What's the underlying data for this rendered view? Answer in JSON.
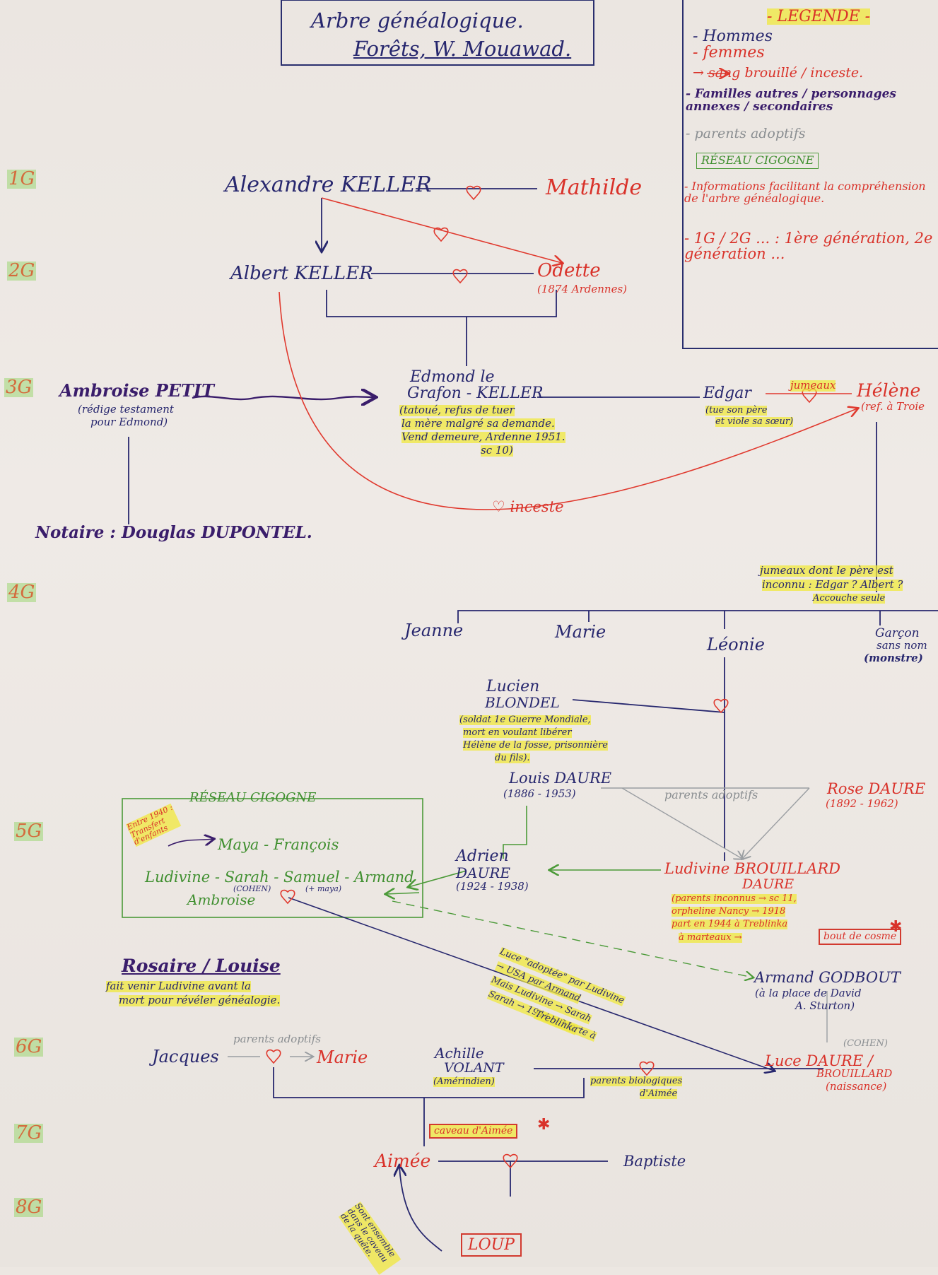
{
  "title": {
    "line1": "Arbre généalogique.",
    "line2": "Forêts, W. Mouawad."
  },
  "legend": {
    "heading": "- LEGENDE -",
    "items": [
      "- Hommes",
      "- femmes",
      "→ sang brouillé / inceste.",
      "- Familles autres / personnages annexes / secondaires",
      "- parents adoptifs",
      "RÉSEAU CIGOGNE",
      "- Informations facilitant la compréhension de l'arbre généalogique.",
      "- 1G / 2G ... : 1ère génération, 2e génération ..."
    ]
  },
  "generations": [
    "1G",
    "2G",
    "3G",
    "4G",
    "5G",
    "6G",
    "7G",
    "8G"
  ],
  "people": {
    "alexandre": "Alexandre KELLER",
    "mathilde": "Mathilde",
    "albert": "Albert KELLER",
    "odette": "Odette",
    "odette_note": "(1874 Ardennes)",
    "edmond1": "Edmond le",
    "edmond2": "Grafon - KELLER",
    "edmond_note1": "(tatoué, refus de tuer",
    "edmond_note2": "la mère malgré sa demande.",
    "edmond_note3": "Vend demeure, Ardenne 1951.",
    "edmond_note4": "sc 10)",
    "edgar": "Edgar",
    "edgar_note1": "(tue son père",
    "edgar_note2": "et viole sa sœur)",
    "jumeaux": "jumeaux",
    "helene": "Hélène",
    "helene_note": "(ref. à Troie",
    "ambroise_petit": "Ambroise PETIT",
    "ambroise_note1": "(rédige testament",
    "ambroise_note2": "pour Edmond)",
    "notaire": "Notaire : Douglas DUPONTEL.",
    "inceste": "♡ inceste",
    "jumeaux_note1": "jumeaux dont le père est",
    "jumeaux_note2": "inconnu : Edgar ? Albert ?",
    "jumeaux_note3": "Accouche seule",
    "jeanne": "Jeanne",
    "marie4": "Marie",
    "leonie": "Léonie",
    "garcon1": "Garçon",
    "garcon2": "sans nom",
    "garcon3": "(monstre)",
    "lucien1": "Lucien",
    "lucien2": "BLONDEL",
    "lucien_note1": "(soldat 1e Guerre Mondiale,",
    "lucien_note2": "mort en voulant libérer",
    "lucien_note3": "Hélène de la fosse, prisonnière",
    "lucien_note4": "du fils).",
    "louis_daure": "Louis DAURE",
    "louis_dates": "(1886 - 1953)",
    "rose_daure": "Rose DAURE",
    "rose_dates": "(1892 - 1962)",
    "parents_adoptifs": "parents adoptifs",
    "adrien1": "Adrien",
    "adrien2": "DAURE",
    "adrien_dates": "(1924 - 1938)",
    "ludivine1": "Ludivine BROUILLARD",
    "ludivine2": "DAURE",
    "ludivine_note1": "(parents inconnus → sc 11,",
    "ludivine_note2": "orpheline Nancy → 1918",
    "ludivine_note3": "part en 1944 à Treblinka",
    "ludivine_note4": "à marteaux →",
    "bout_de_cosme": "bout de cosme",
    "reseau_title": "RÉSEAU CIGOGNE",
    "reseau_note": "Entre 1940 : Transfert d'enfants",
    "maya": "Maya - François",
    "ludivine_sarah": "Ludivine - Sarah - Samuel - Armand",
    "cohen": "(COHEN)",
    "maya_small": "(+ maya)",
    "ambroise_g": "Ambroise",
    "luce_note1": "Luce \"adoptée\" par Ludivine",
    "luce_note2": "→ USA par Armand",
    "luce_note3": "Mais Ludivine → Sarah",
    "luce_note4": "Sarah → 1944 → Morte à",
    "luce_note5": "Treblinka",
    "armand_godbout": "Armand GODBOUT",
    "armand_note1": "(à la place de David",
    "armand_note2": "A. Sturton)",
    "rosaire": "Rosaire / Louise",
    "rosaire_note1": "fait venir Ludivine avant la",
    "rosaire_note2": "mort pour révéler généalogie.",
    "parents_adoptifs_6": "parents adoptifs",
    "jacques": "Jacques",
    "marie6": "Marie",
    "achille1": "Achille",
    "achille2": "VOLANT",
    "achille_note": "(Amérindien)",
    "cohen2": "(COHEN)",
    "luce1": "Luce DAURE /",
    "luce2": "BROUILLARD",
    "luce3": "(naissance)",
    "parents_bio1": "parents biologiques",
    "parents_bio2": "d'Aimée",
    "caveau": "caveau d'Aimée",
    "aimee": "Aimée",
    "baptiste": "Baptiste",
    "loup": "LOUP",
    "loup_note": "Sont ensemble dans le caveau de la quête."
  }
}
